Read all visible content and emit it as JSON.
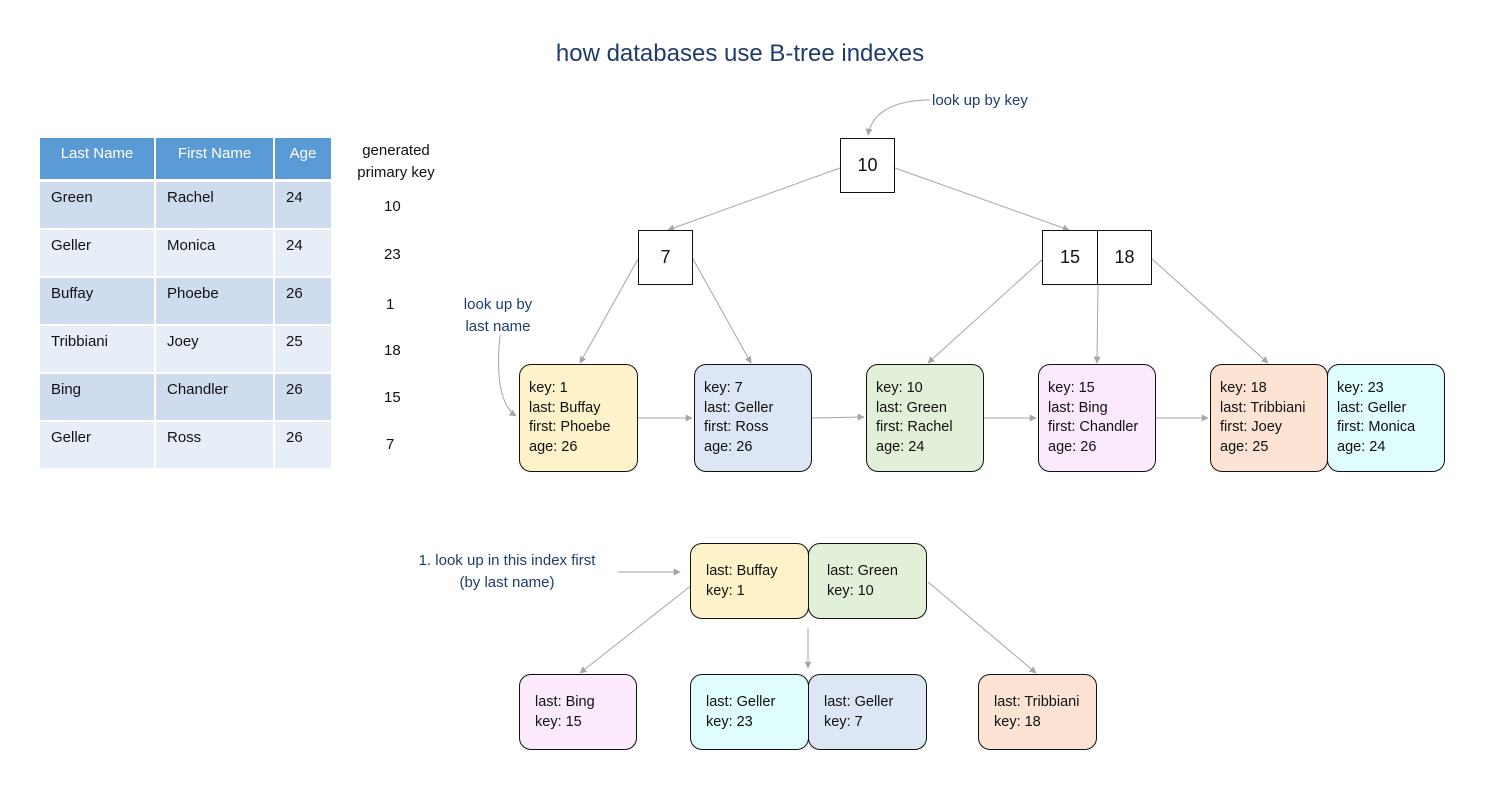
{
  "title": "how databases use B-tree indexes",
  "table": {
    "headers": [
      "Last Name",
      "First Name",
      "Age"
    ],
    "rows": [
      [
        "Green",
        "Rachel",
        "24"
      ],
      [
        "Geller",
        "Monica",
        "24"
      ],
      [
        "Buffay",
        "Phoebe",
        "26"
      ],
      [
        "Tribbiani",
        "Joey",
        "25"
      ],
      [
        "Bing",
        "Chandler",
        "26"
      ],
      [
        "Geller",
        "Ross",
        "26"
      ]
    ],
    "pk_header_line1": "generated",
    "pk_header_line2": "primary key",
    "pk_values": [
      "10",
      "23",
      "1",
      "18",
      "15",
      "7"
    ]
  },
  "annotations": {
    "lookup_key": "look up by key",
    "lookup_last_line1": "look up by",
    "lookup_last_line2": "last name",
    "step1_line1": "1. look up in this index first",
    "step1_line2": "(by last name)"
  },
  "primary_tree": {
    "root": "10",
    "left": "7",
    "right": [
      "15",
      "18"
    ],
    "leaves": [
      {
        "key": "key: 1",
        "last": "last: Buffay",
        "first": "first: Phoebe",
        "age": "age: 26",
        "color": "#fdf2c9"
      },
      {
        "key": "key: 7",
        "last": "last: Geller",
        "first": "first: Ross",
        "age": "age: 26",
        "color": "#dce6f5"
      },
      {
        "key": "key: 10",
        "last": "last: Green",
        "first": "first: Rachel",
        "age": "age: 24",
        "color": "#e2efd9"
      },
      {
        "key": "key: 15",
        "last": "last: Bing",
        "first": "first: Chandler",
        "age": "age: 26",
        "color": "#fbeafc"
      },
      {
        "key": "key: 18",
        "last": "last: Tribbiani",
        "first": "first: Joey",
        "age": "age: 25",
        "color": "#fce3d4"
      },
      {
        "key": "key: 23",
        "last": "last: Geller",
        "first": "first: Monica",
        "age": "age: 24",
        "color": "#dffdfd"
      }
    ]
  },
  "secondary_tree": {
    "root": [
      {
        "last": "last: Buffay",
        "key": "key: 1",
        "color": "#fdf2c9"
      },
      {
        "last": "last: Green",
        "key": "key: 10",
        "color": "#e2efd9"
      }
    ],
    "leaves": [
      {
        "last": "last: Bing",
        "key": "key: 15",
        "color": "#fbeafc"
      },
      {
        "last": "last: Geller",
        "key": "key: 23",
        "color": "#dffdfd"
      },
      {
        "last": "last: Geller",
        "key": "key: 7",
        "color": "#dce6f5"
      },
      {
        "last": "last: Tribbiani",
        "key": "key: 18",
        "color": "#fce3d4"
      }
    ]
  },
  "colors": {
    "title": "#1f3c6e",
    "annotation": "#1f3c6e",
    "table_header": "#5b9bd5",
    "table_row_dark": "#cfdcee",
    "table_row_light": "#e8eef8",
    "arrow": "#a6a6a6"
  }
}
